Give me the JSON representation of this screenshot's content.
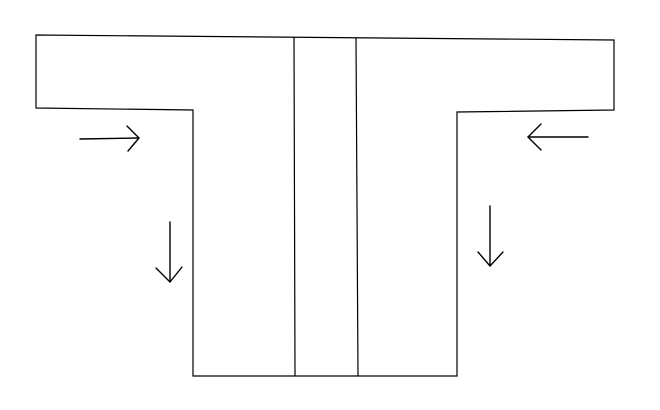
{
  "diagram": {
    "shape": "T-shaped cross-section divided by two vertical lines",
    "colors": {
      "ink": "#000000",
      "background": "#ffffff"
    },
    "arrows": [
      {
        "name": "arrow-right-icon",
        "direction": "right"
      },
      {
        "name": "arrow-left-icon",
        "direction": "left"
      },
      {
        "name": "arrow-down-icon",
        "direction": "down"
      },
      {
        "name": "arrow-down-icon",
        "direction": "down"
      }
    ]
  }
}
